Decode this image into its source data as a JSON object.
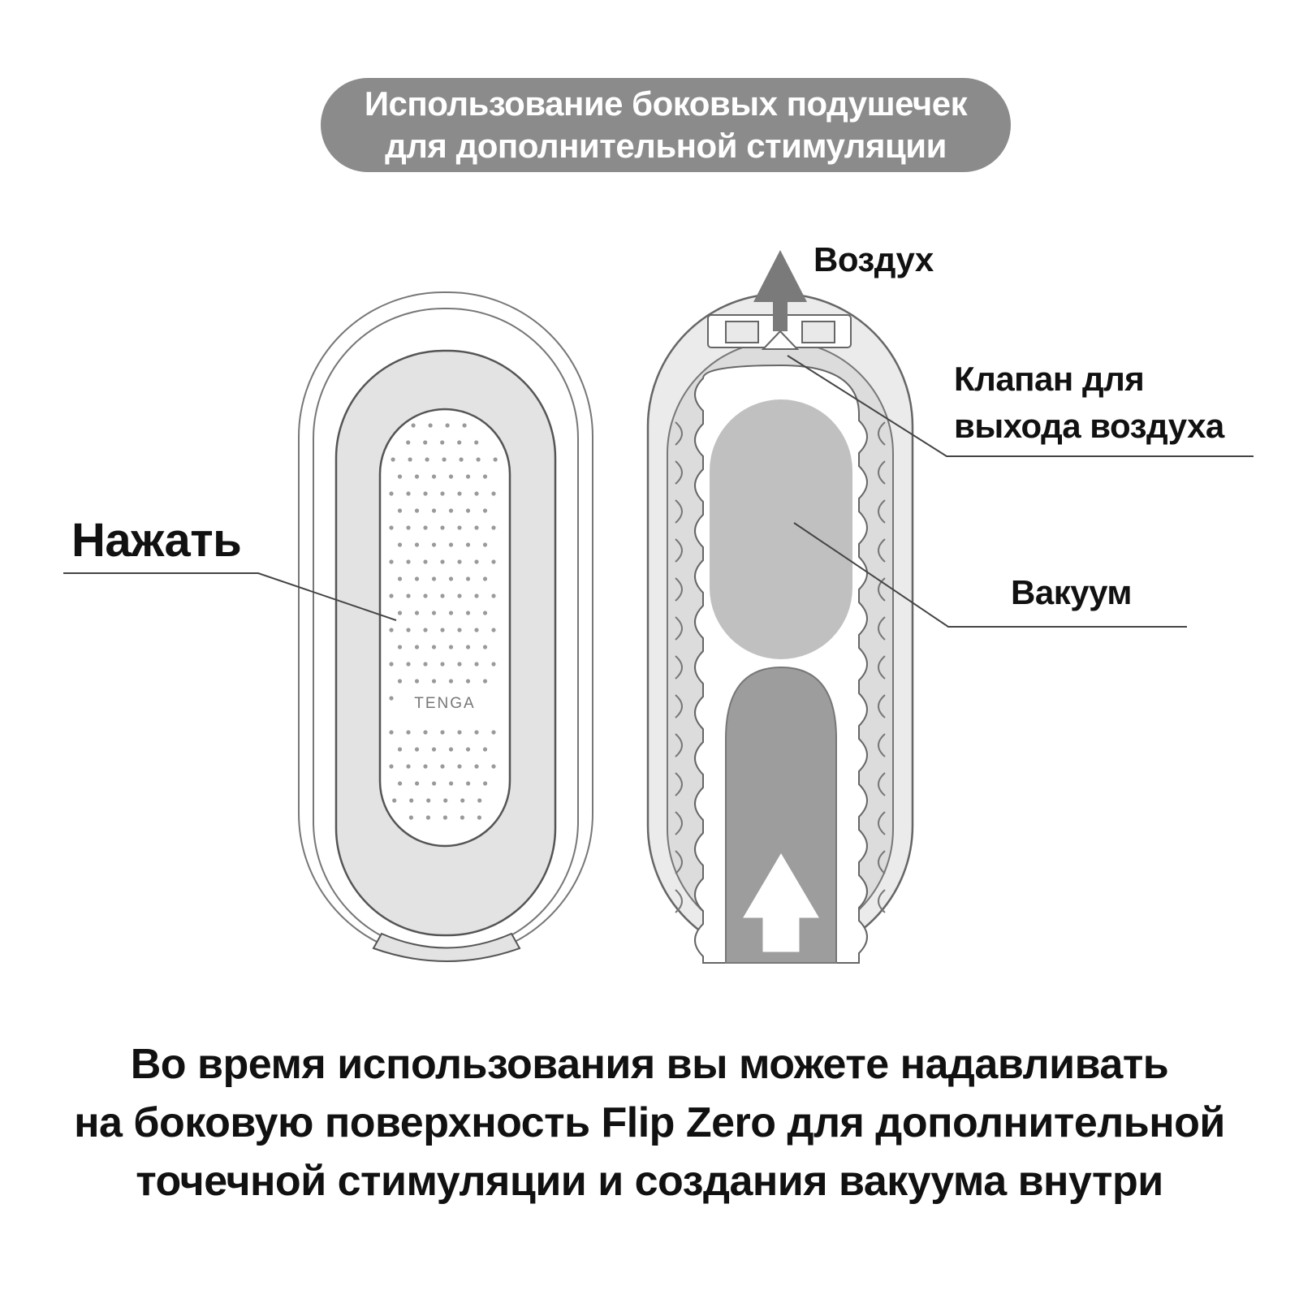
{
  "title": {
    "lines": [
      "Использование боковых подушечек",
      "для дополнительной стимуляции"
    ]
  },
  "labels": {
    "press": "Нажать",
    "air": "Воздух",
    "valve": [
      "Клапан для",
      "выхода воздуха"
    ],
    "vacuum": "Вакуум"
  },
  "logo_text": "TENGA",
  "caption": {
    "lines": [
      "Во время использования вы можете надавливать",
      "на боковую поверхность Flip Zero для дополнительной",
      "точечной стимуляции и создания вакуума внутри"
    ]
  },
  "colors": {
    "pill_bg": "#8b8b8b",
    "outline": "#555555",
    "light_fill": "#e6e6e6",
    "mid_fill": "#b5b5b5",
    "dark_fill": "#999999",
    "arrow_fill": "#7a7a7a"
  },
  "icons": [
    "arrow-up-icon",
    "logo"
  ]
}
